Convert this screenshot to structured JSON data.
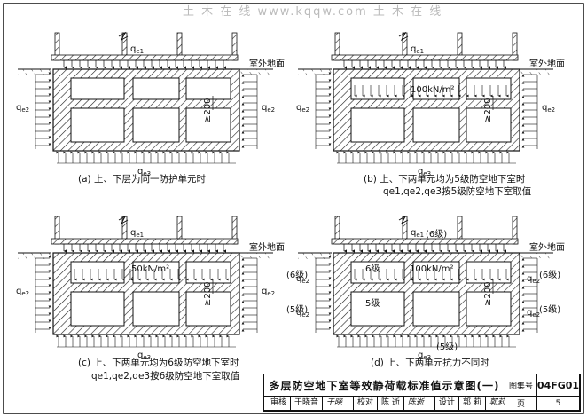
{
  "watermark": "土 木 在 线  www.kqqw.com 土 木 在 线",
  "labels": {
    "qe1": "q",
    "qe1_sub": "e1",
    "qe2": "q",
    "qe2_sub": "e2",
    "qe3": "q",
    "qe3_sub": "e3",
    "ground": "室外地面",
    "dim_200": "≥200"
  },
  "panels": [
    {
      "id": "a",
      "caption_line1": "(a) 上、下层为同一防护单元时",
      "caption_line2": "",
      "load_text": "",
      "extra": {}
    },
    {
      "id": "b",
      "caption_line1": "(b) 上、下两单元均为5级防空地下室时",
      "caption_line2": "qe1,qe2,qe3按5级防空地下室取值",
      "load_text": "100kN/m²",
      "extra": {}
    },
    {
      "id": "c",
      "caption_line1": "(c) 上、下两单元均为6级防空地下室时",
      "caption_line2": "qe1,qe2,qe3按6级防空地下室取值",
      "load_text": "50kN/m²",
      "extra": {}
    },
    {
      "id": "d",
      "caption_line1": "(d) 上、下两单元抗力不同时",
      "caption_line2": "",
      "load_text": "100kN/m²",
      "extra": {
        "qe1_grade": "(6级)",
        "left_upper": "(6级)",
        "left_lower": "(5级)",
        "right_upper": "(6级)",
        "right_lower": "(5级)",
        "room_upper": "6级",
        "room_lower": "5级",
        "qe3_grade": "(5级)"
      }
    }
  ],
  "title_block": {
    "title": "多层防空地下室等效静荷载标准值示意图(一)",
    "atlas_label": "图集号",
    "atlas_no": "04FG01",
    "review": "审核",
    "reviewer": "于晓音",
    "review_sig": "于晓",
    "check": "校对",
    "checker": "陈 逝",
    "check_sig": "陈逝",
    "design": "设计",
    "designer": "郭 莉",
    "design_sig": "郭莉",
    "page_label": "页",
    "page_no": "5"
  }
}
